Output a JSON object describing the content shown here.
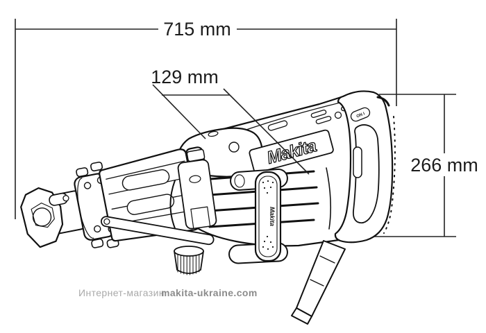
{
  "page": {
    "background": "#ffffff",
    "line_color": "#1c1c1c"
  },
  "drawing": {
    "type": "technical-dimension-diagram",
    "subject": "Makita demolition hammer, side perspective line drawing"
  },
  "dimensions": {
    "overall_length": {
      "label": "715 mm",
      "orientation": "horizontal"
    },
    "head_offset": {
      "label": "129 mm",
      "orientation": "diagonal-leader"
    },
    "overall_height": {
      "label": "266 mm",
      "orientation": "vertical"
    }
  },
  "tool_markings": {
    "brand_logo": "Makita",
    "side_handle_text": "Makita",
    "switch_label": "ON I"
  },
  "watermark": {
    "shop_text": "Интернет-магазин",
    "site_text": "makita-ukraine.com",
    "shop_color": "#a9a9a9",
    "site_color": "#8b8b8b"
  }
}
